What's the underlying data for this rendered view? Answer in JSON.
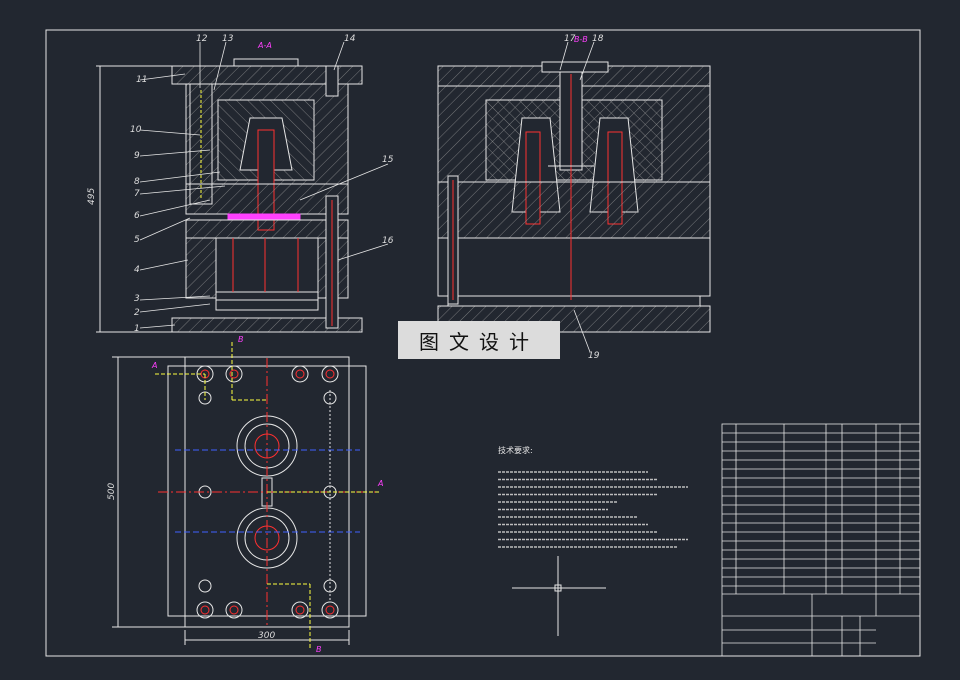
{
  "drawing": {
    "section_aa": "A-A",
    "section_bb": "B-B",
    "dim_height": "495",
    "dim_width_plan": "500",
    "dim_width_bottom": "300",
    "plan_marks": [
      "A",
      "A",
      "B",
      "B"
    ],
    "tech_title": "技术要求:",
    "tech_lines": 11,
    "part_numbers": [
      "1",
      "2",
      "3",
      "4",
      "5",
      "6",
      "7",
      "8",
      "9",
      "10",
      "11",
      "12",
      "13",
      "14",
      "15",
      "16",
      "17",
      "18",
      "19"
    ]
  },
  "watermark": "图文设计",
  "colors": {
    "background": "#222730",
    "lines": "#e6e6e6",
    "magenta": "#ff40ff",
    "red": "#ff3030",
    "yellow": "#ffff40",
    "blue": "#4060ff"
  }
}
